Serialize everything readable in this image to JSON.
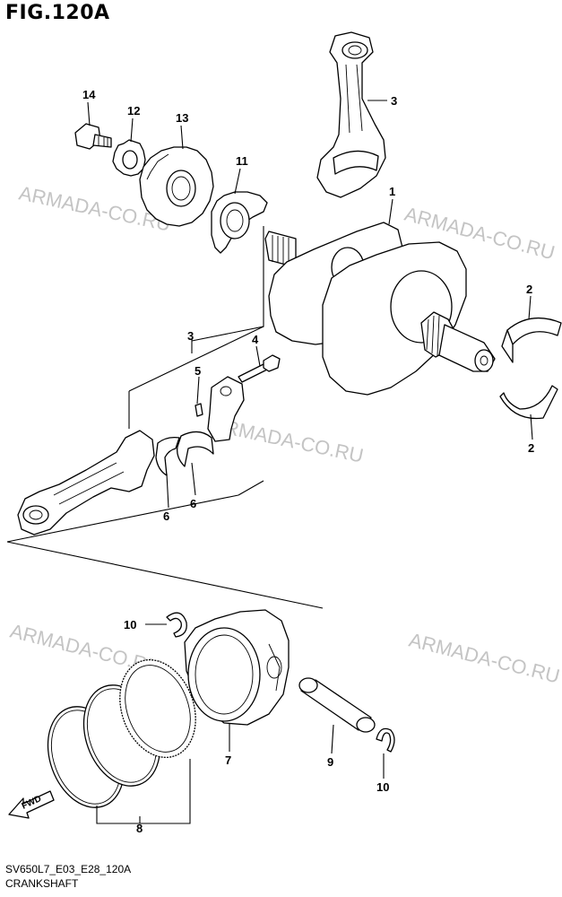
{
  "figure": {
    "title": "FIG.120A",
    "model_code": "SV650L7_E03_E28_120A",
    "caption": "CRANKSHAFT",
    "watermark": "ARMADA-CO.RU",
    "fwd_label": "FWD"
  },
  "callouts": [
    "14",
    "12",
    "13",
    "11",
    "3",
    "1",
    "2",
    "2",
    "3",
    "4",
    "5",
    "6",
    "6",
    "10",
    "7",
    "9",
    "10",
    "8"
  ]
}
